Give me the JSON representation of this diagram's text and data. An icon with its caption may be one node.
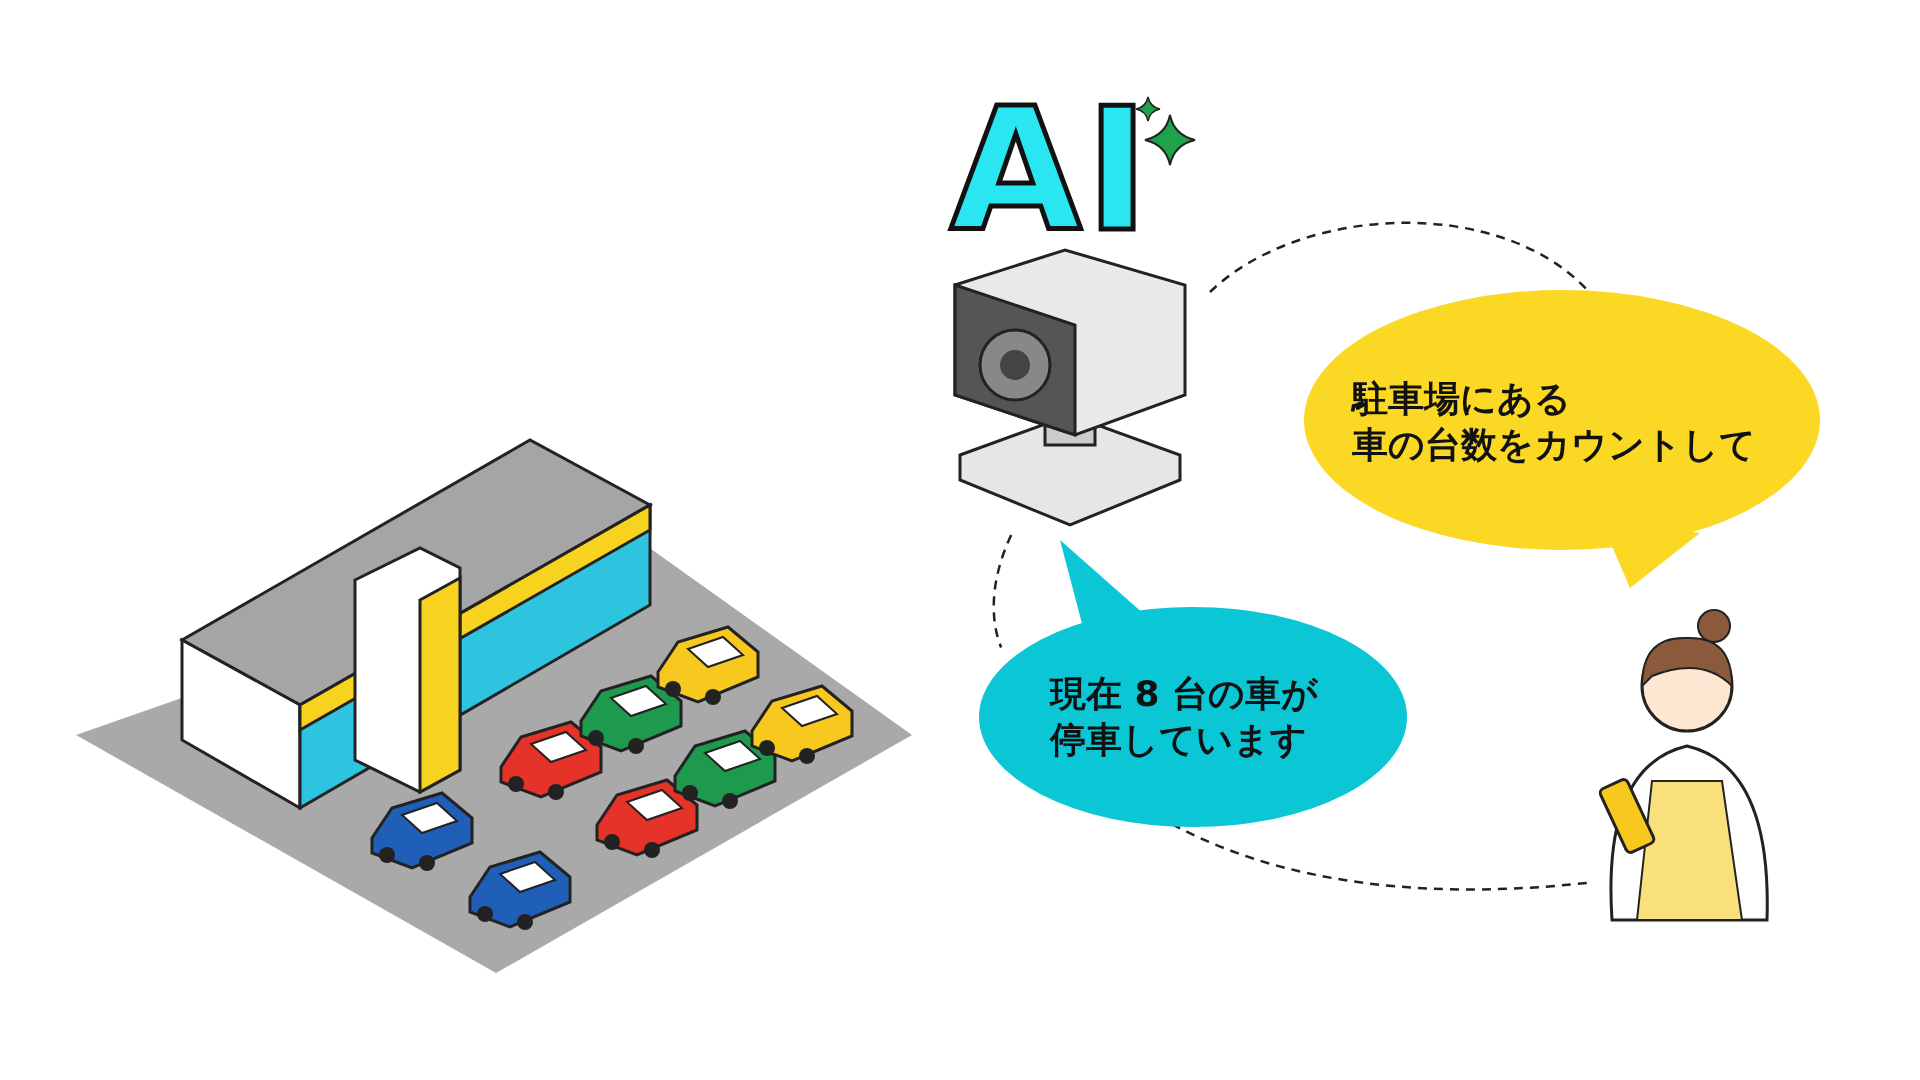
{
  "diagram": {
    "nodes": [
      {
        "text": [],
        "shape": "picture"
      },
      {
        "text": [
          "AI"
        ]
      },
      {
        "text": [
          "駐車場にある車の台数をカウントして"
        ]
      },
      {
        "text": [
          "現在 8 台の車が停車しています"
        ]
      },
      {
        "text": [],
        "shape": "person"
      }
    ],
    "edges": [
      {
        "from": 1,
        "to": 2,
        "arrow": "none",
        "style": "dashed"
      },
      {
        "from": 1,
        "to": 3,
        "arrow": "none",
        "style": "dashed"
      },
      {
        "from": 3,
        "to": 4,
        "arrow": "none",
        "style": "dashed"
      }
    ]
  }
}
